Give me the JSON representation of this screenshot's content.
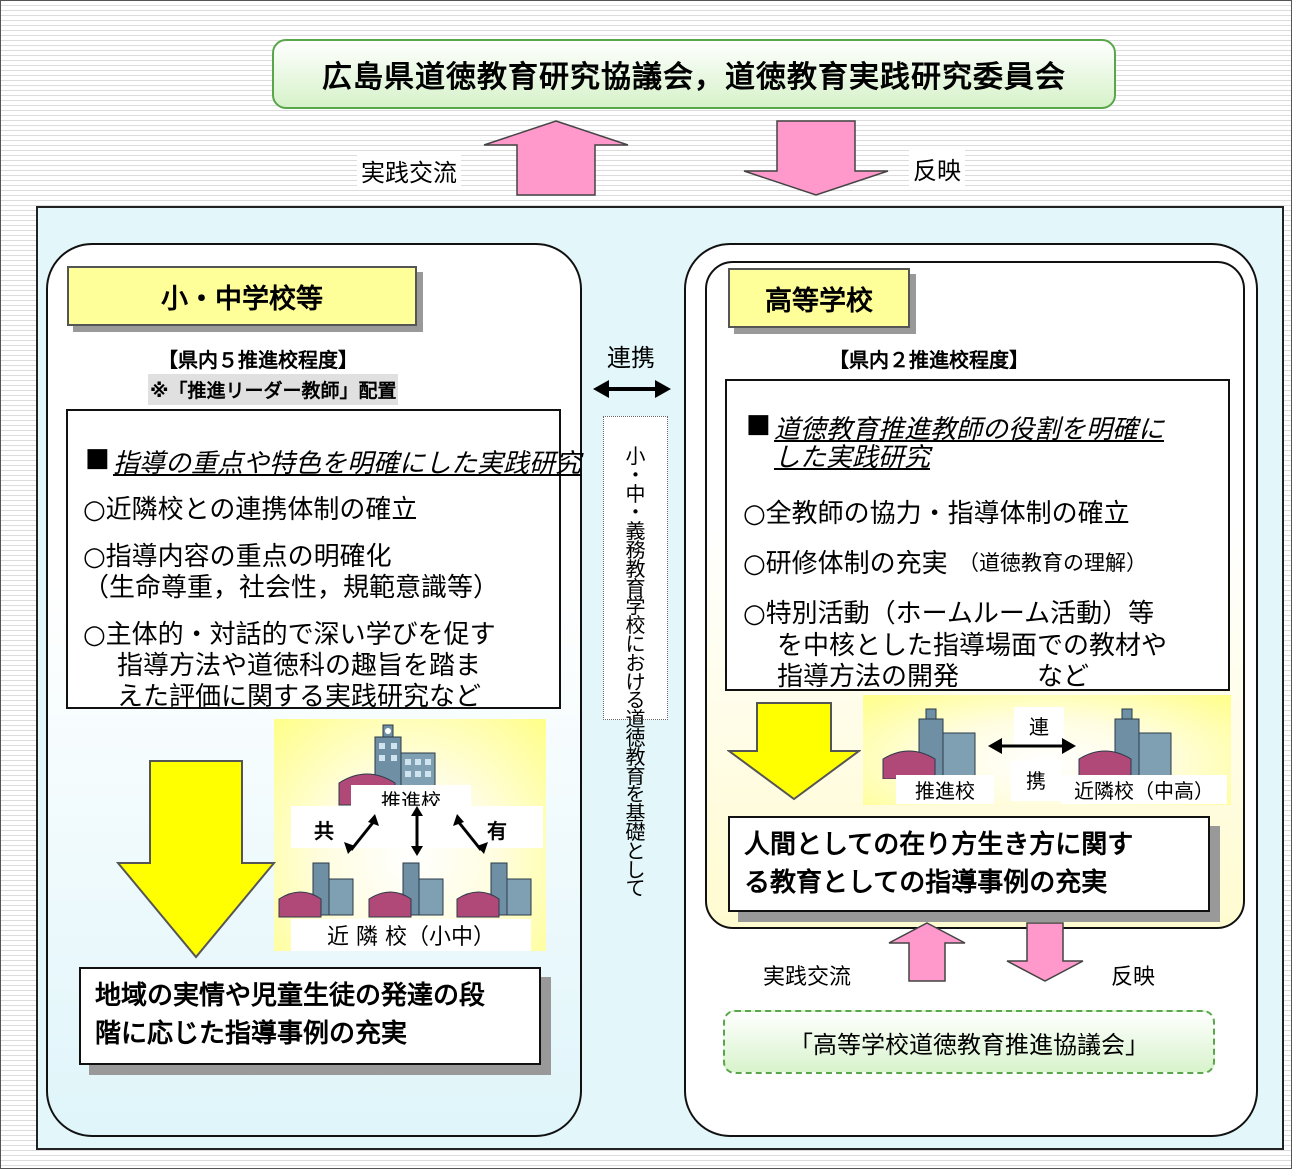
{
  "top_title": "広島県道徳教育研究協議会，道徳教育実践研究委員会",
  "top_left_label": "実践交流",
  "top_right_label": "反映",
  "left": {
    "title": "小・中学校等",
    "sub1": "【県内５推進校程度】",
    "sub2": "※「推進リーダー教師」配置",
    "heading_mark": "■",
    "heading": "指導の重点や特色を明確にした実践研究",
    "items": [
      "○近隣校との連携体制の確立",
      "○指導内容の重点の明確化",
      "（生命尊重，社会性，規範意識等）",
      "○主体的・対話的で深い学びを促す",
      "指導方法や道徳科の趣旨を踏ま",
      "えた評価に関する実践研究など"
    ],
    "school_label": "推進校",
    "share1": "共",
    "share2": "有",
    "neighbor_label": "近 隣 校（小中）",
    "result_line1": "地域の実情や児童生徒の発達の段",
    "result_line2": "階に応じた指導事例の充実"
  },
  "center": {
    "label": "連携",
    "vertical": "小・中・義務教育学校における道徳教育を基礎として"
  },
  "right": {
    "title": "高等学校",
    "sub1": "【県内２推進校程度】",
    "heading_mark": "■",
    "heading1": "道徳教育推進教師の役割を明確に",
    "heading2": "した実践研究",
    "items": [
      "○全教師の協力・指導体制の確立",
      "○研修体制の充実",
      "（道徳教育の理解）",
      "○特別活動（ホームルーム活動）等",
      "を中核とした指導場面での教材や",
      "指導方法の開発　　　など"
    ],
    "link1": "連",
    "link2": "携",
    "school_label": "推進校",
    "neighbor_label": "近隣校（中高）",
    "result_line1": "人間としての在り方生き方に関す",
    "result_line2": "る教育としての指導事例の充実",
    "bottom_left_label": "実践交流",
    "bottom_right_label": "反映",
    "council": "「高等学校道徳教育推進協議会」"
  },
  "colors": {
    "pink": "#ff99cc",
    "yellow": "#ffff00",
    "green": "#5aa64a"
  }
}
